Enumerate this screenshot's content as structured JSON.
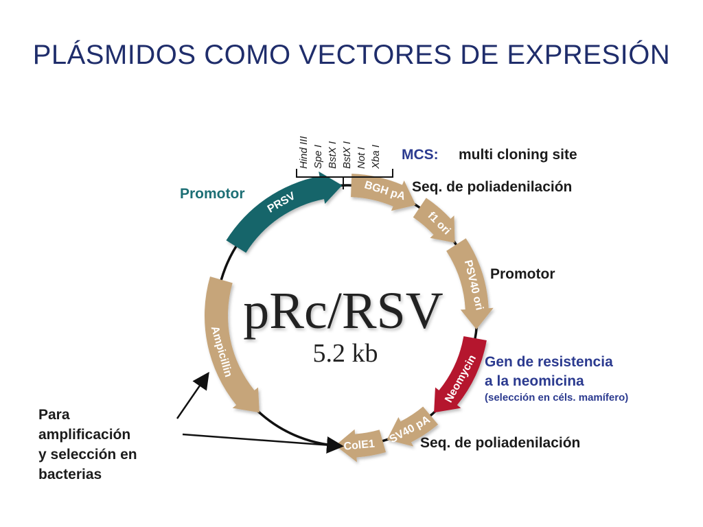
{
  "title": "PLÁSMIDOS COMO VECTORES DE EXPRESIÓN",
  "plasmid": {
    "name": "pRc/RSV",
    "size": "5.2 kb"
  },
  "enzymes": [
    "Hind III",
    "Spe I",
    "BstX I",
    "BstX I",
    "Not I",
    "Xba I"
  ],
  "segments": {
    "prsv": "PRSV",
    "bgh": "BGH pA",
    "f1": "f1 ori",
    "psv40": "PSV40 ori",
    "neomycin": "Neomycin",
    "sv40pa": "SV40 pA",
    "cole1": "ColE1",
    "ampicillin": "Ampicillin"
  },
  "labels": {
    "mcs_prefix": "MCS:",
    "mcs_text": "multi cloning site",
    "promotor_left": "Promotor",
    "polyA_top": "Seq. de poliadenilación",
    "promotor_right": "Promotor",
    "gen_line1": "Gen de resistencia",
    "gen_line2": "a la neomicina",
    "gen_line3": "(selección en céls. mamífero)",
    "polyA_bottom": "Seq. de poliadenilación",
    "bact_line1": "Para",
    "bact_line2": "amplificación",
    "bact_line3": "y selección  en",
    "bact_line4": "bacterias"
  },
  "colors": {
    "promoter": "#17656b",
    "neomycin": "#b5142e",
    "tan": "#c6a57a",
    "title": "#1f2d6b"
  }
}
